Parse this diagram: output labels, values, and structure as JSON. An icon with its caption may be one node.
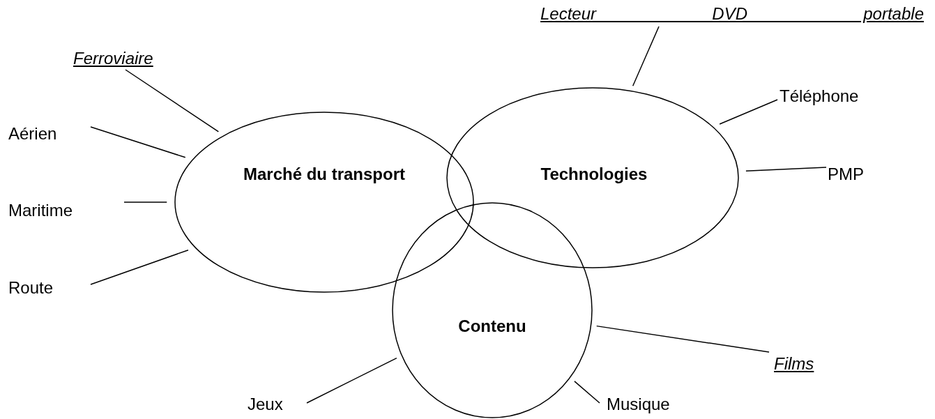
{
  "diagram": {
    "nodes": [
      {
        "text": [
          "Marché du transport"
        ]
      },
      {
        "text": [
          "Technologies"
        ]
      },
      {
        "text": [
          "Contenu"
        ]
      },
      {
        "text": [
          "Ferroviaire"
        ]
      },
      {
        "text": [
          "Lecteur DVD portable"
        ]
      },
      {
        "text": [
          "Aérien"
        ]
      },
      {
        "text": [
          "Téléphone"
        ]
      },
      {
        "text": [
          "Maritime"
        ]
      },
      {
        "text": [
          "PMP"
        ]
      },
      {
        "text": [
          "Route"
        ]
      },
      {
        "text": [
          "Films"
        ]
      },
      {
        "text": [
          "Jeux"
        ]
      },
      {
        "text": [
          "Musique"
        ]
      }
    ],
    "edges": [
      {
        "from": 3,
        "to": 0,
        "arrow": "none"
      },
      {
        "from": 4,
        "to": 1,
        "arrow": "none"
      },
      {
        "from": 5,
        "to": 0,
        "arrow": "none"
      },
      {
        "from": 6,
        "to": 1,
        "arrow": "none"
      },
      {
        "from": 7,
        "to": 0,
        "arrow": "none"
      },
      {
        "from": 8,
        "to": 1,
        "arrow": "none"
      },
      {
        "from": 9,
        "to": 0,
        "arrow": "none"
      },
      {
        "from": 10,
        "to": 2,
        "arrow": "none"
      },
      {
        "from": 11,
        "to": 2,
        "arrow": "none"
      },
      {
        "from": 12,
        "to": 2,
        "arrow": "none"
      }
    ]
  }
}
